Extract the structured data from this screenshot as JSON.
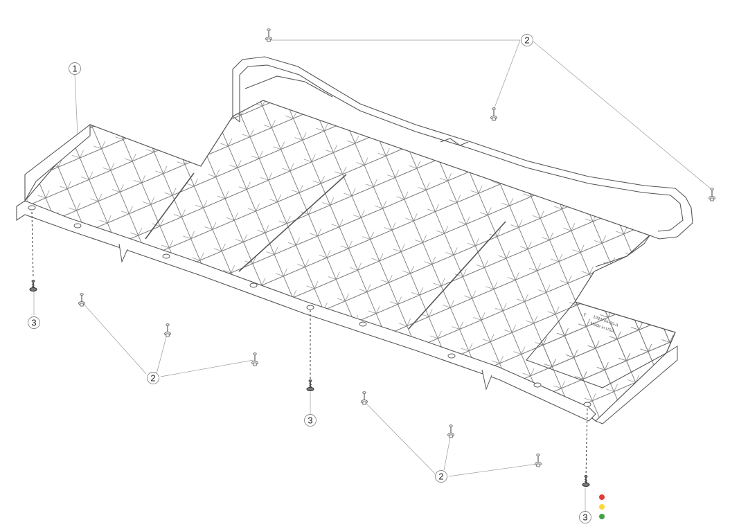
{
  "callouts": [
    {
      "id": "c1",
      "label": "1"
    },
    {
      "id": "c2a",
      "label": "2"
    },
    {
      "id": "c2b",
      "label": "2"
    },
    {
      "id": "c2c",
      "label": "2"
    },
    {
      "id": "c3a",
      "label": "3"
    },
    {
      "id": "c3b",
      "label": "3"
    },
    {
      "id": "c3c",
      "label": "3"
    }
  ],
  "panel_label": {
    "logo": "T",
    "line1": "1093764-00-A",
    "line2": "Made in USA"
  },
  "status_dots": [
    {
      "name": "red-status-dot",
      "color": "#e53935"
    },
    {
      "name": "yellow-status-dot",
      "color": "#fdd835"
    },
    {
      "name": "green-status-dot",
      "color": "#43a047"
    }
  ],
  "colors": {
    "line": "#555555",
    "leader": "#9a9a9a",
    "fastener_dark": "#444444"
  }
}
